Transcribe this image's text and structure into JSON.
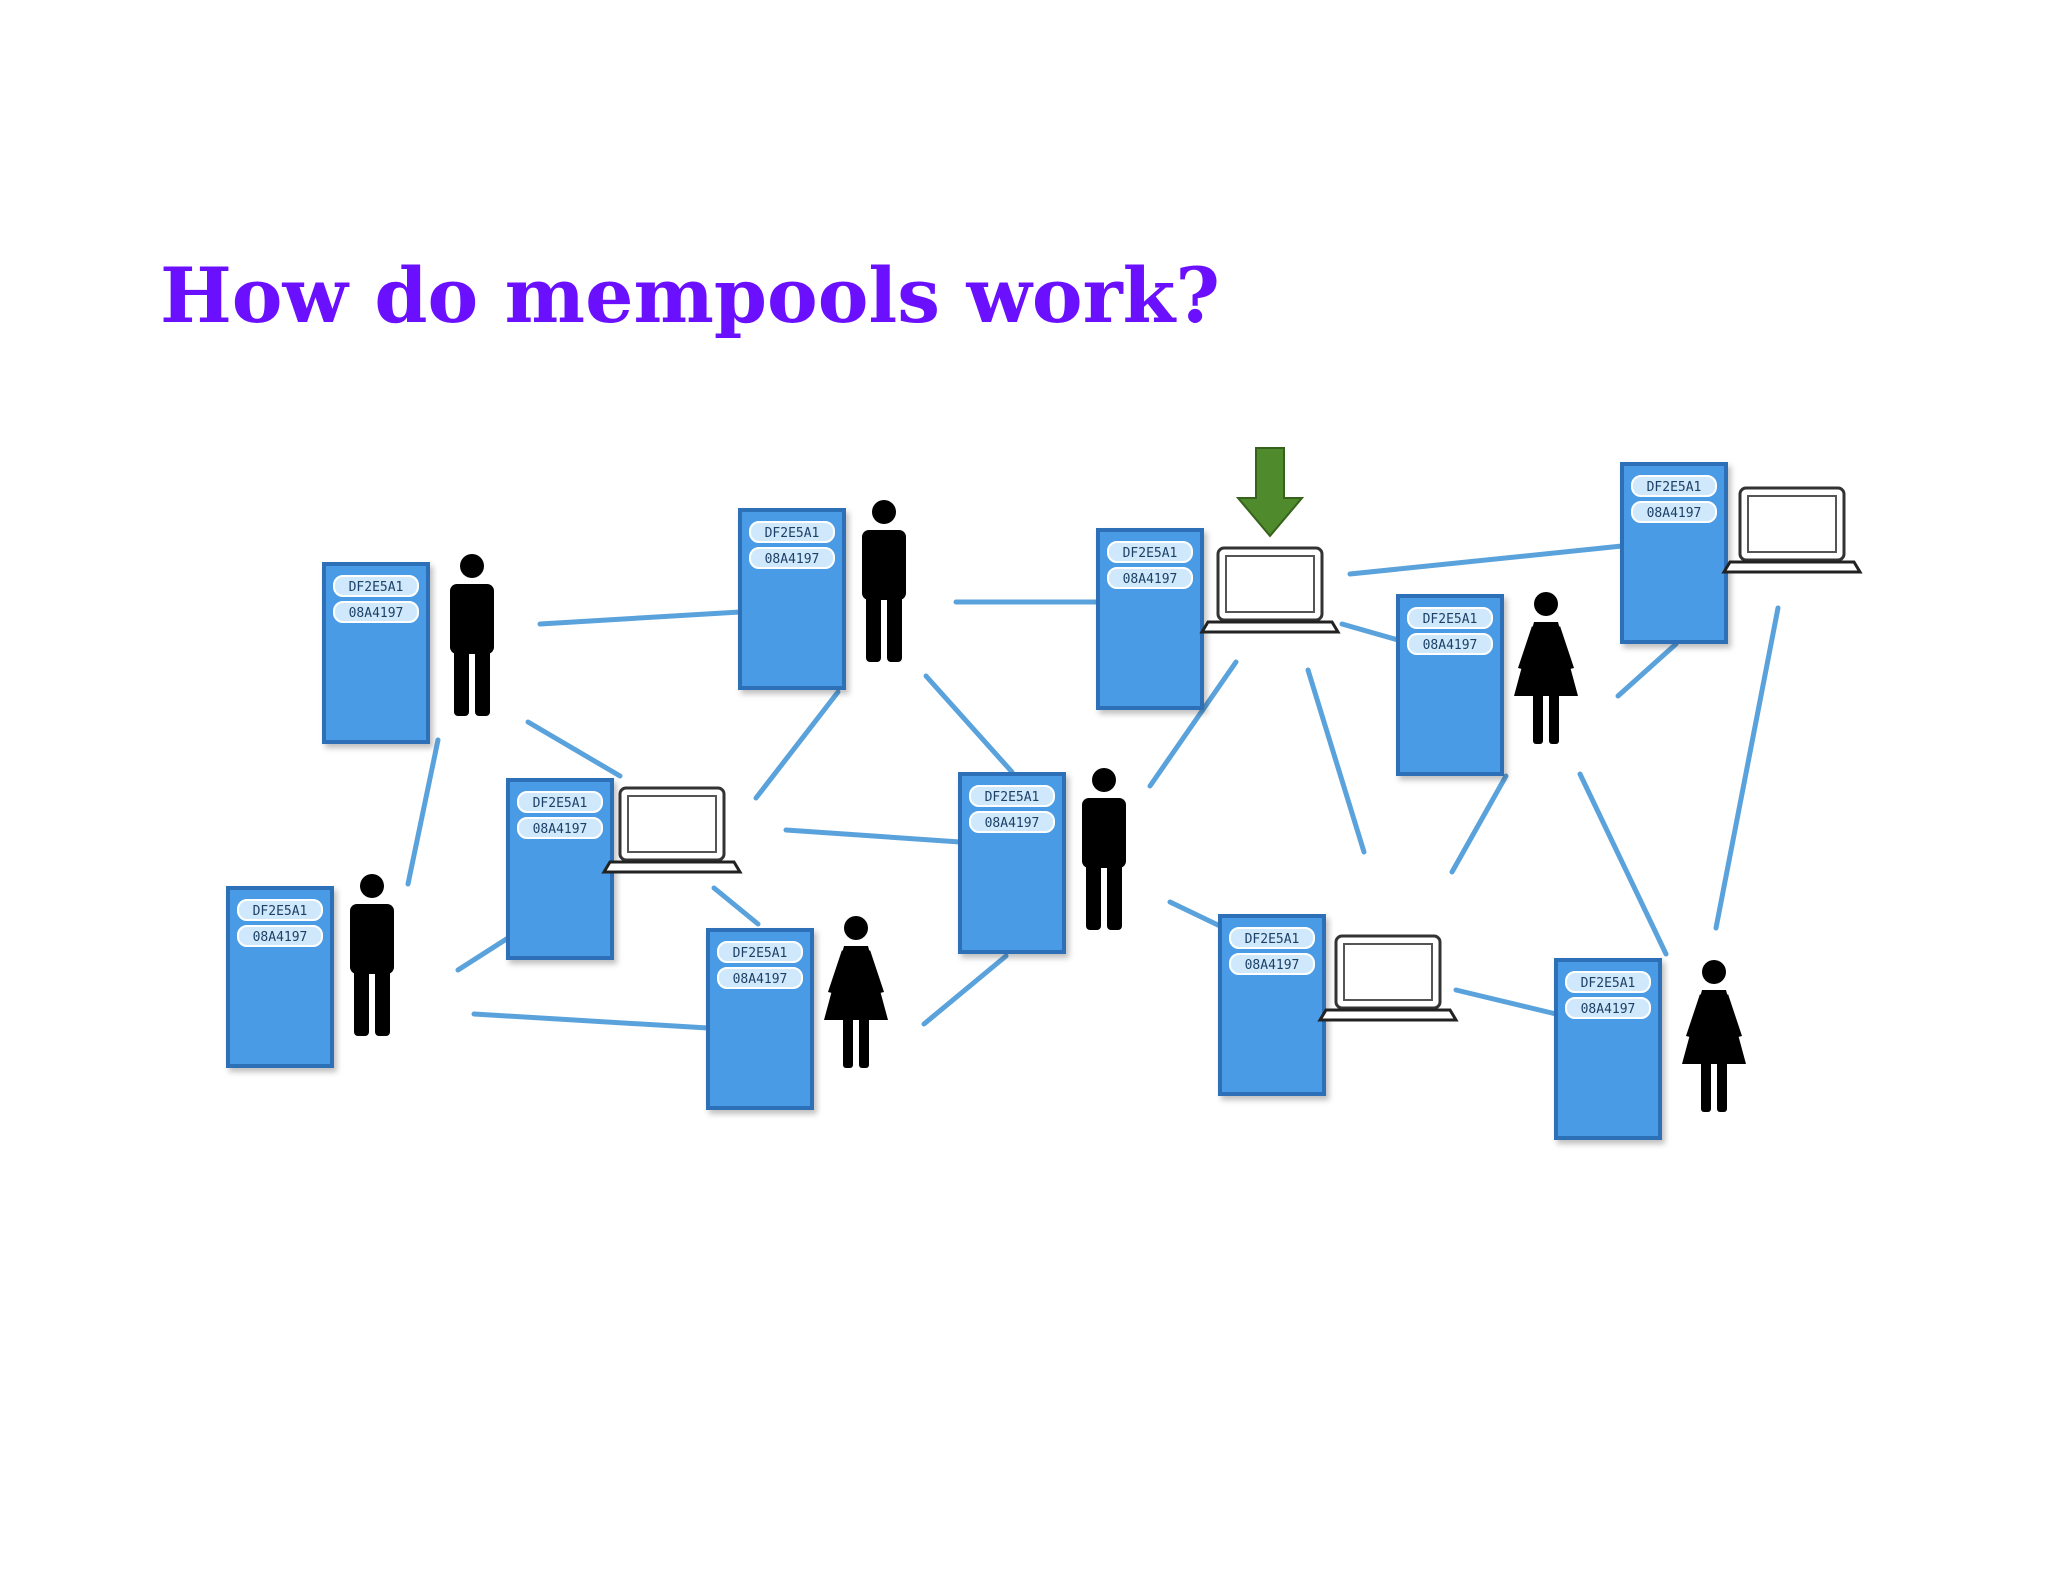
{
  "title": "How do mempools work?",
  "colors": {
    "title": "#6a10ff",
    "node_fill": "#4a9be6",
    "node_stroke": "#2d6fb8",
    "tag_fill": "#cfe8fb",
    "edge": "#5aa2dc",
    "person": "#000000",
    "arrow": "#4f8a2c"
  },
  "node_tags": [
    "DF2E5A1",
    "08A4197"
  ],
  "nodes": [
    {
      "id": "n1",
      "icon": "man-icon"
    },
    {
      "id": "n2",
      "icon": "man-icon"
    },
    {
      "id": "n3",
      "icon": "laptop-icon"
    },
    {
      "id": "n4",
      "icon": "woman-icon"
    },
    {
      "id": "n5",
      "icon": "laptop-icon"
    },
    {
      "id": "n6",
      "icon": "man-icon"
    },
    {
      "id": "n7",
      "icon": "laptop-icon"
    },
    {
      "id": "n8",
      "icon": "woman-icon"
    },
    {
      "id": "n9",
      "icon": "man-icon"
    },
    {
      "id": "n10",
      "icon": "laptop-icon"
    },
    {
      "id": "n11",
      "icon": "woman-icon"
    },
    {
      "id": "n12",
      "icon": "woman-icon"
    }
  ],
  "incoming_marker": {
    "icon": "down-arrow-icon",
    "target": "n3"
  }
}
